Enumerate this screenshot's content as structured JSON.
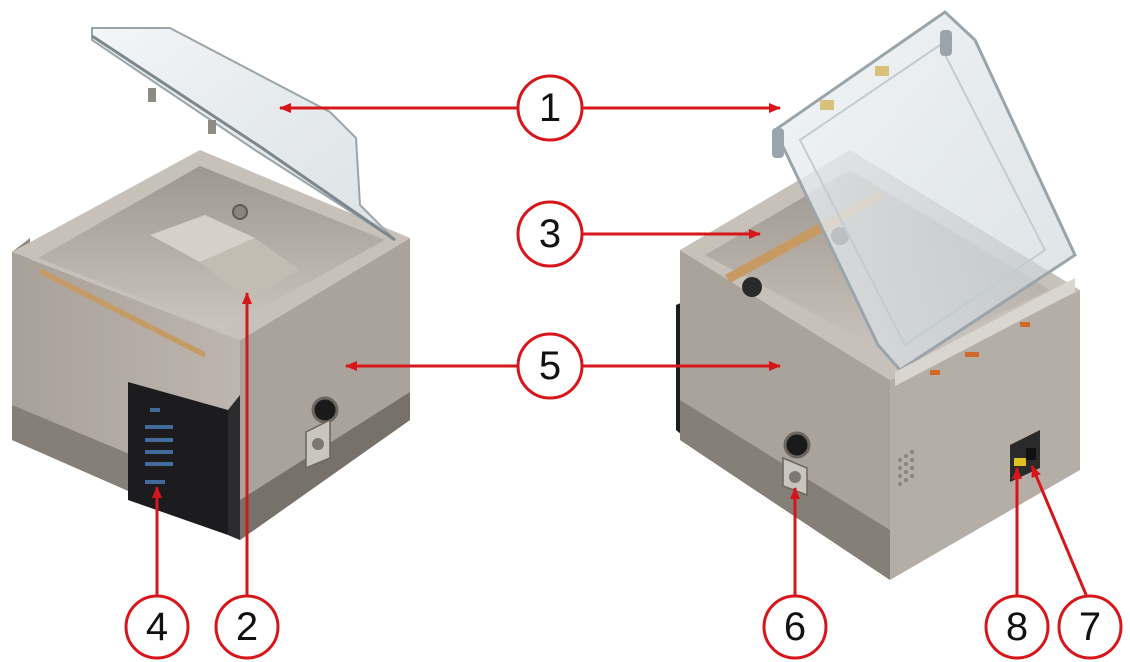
{
  "diagram": {
    "callouts": [
      {
        "id": "c1",
        "label": "1"
      },
      {
        "id": "c2",
        "label": "2"
      },
      {
        "id": "c3",
        "label": "3"
      },
      {
        "id": "c4",
        "label": "4"
      },
      {
        "id": "c5",
        "label": "5"
      },
      {
        "id": "c6",
        "label": "6"
      },
      {
        "id": "c7",
        "label": "7"
      },
      {
        "id": "c8",
        "label": "8"
      }
    ],
    "colors": {
      "callout_red": "#d7161b",
      "body_steel": "#b3aca4",
      "body_dark_band": "#857f78",
      "panel_black": "#1c1c1e",
      "seal_bar": "#c79a63",
      "lid_glass": "#e7edf0"
    }
  }
}
